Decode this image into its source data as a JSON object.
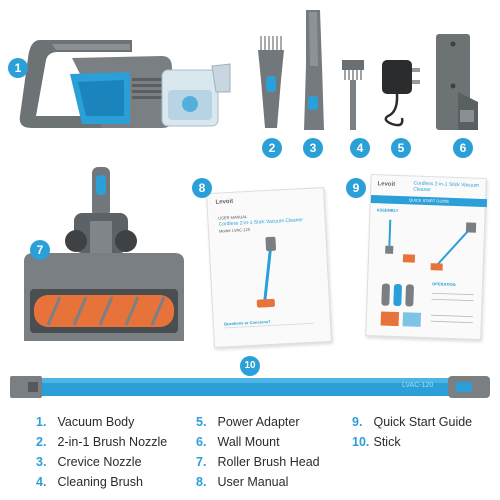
{
  "badges": [
    "1",
    "2",
    "3",
    "4",
    "5",
    "6",
    "7",
    "8",
    "9",
    "10"
  ],
  "legend": {
    "col1": [
      {
        "num": "1.",
        "label": "Vacuum Body"
      },
      {
        "num": "2.",
        "label": "2-in-1 Brush Nozzle"
      },
      {
        "num": "3.",
        "label": "Crevice Nozzle"
      },
      {
        "num": "4.",
        "label": "Cleaning Brush"
      }
    ],
    "col2": [
      {
        "num": "5.",
        "label": "Power Adapter"
      },
      {
        "num": "6.",
        "label": "Wall Mount"
      },
      {
        "num": "7.",
        "label": "Roller Brush Head"
      },
      {
        "num": "8.",
        "label": "User Manual"
      }
    ],
    "col3": [
      {
        "num": "9.",
        "label": "Quick Start Guide"
      },
      {
        "num": "10.",
        "label": "Stick"
      }
    ]
  },
  "manual": {
    "brand": "Levoit",
    "kicker": "USER MANUAL",
    "title": "Cordless 2-in-1 Stick Vacuum Cleaner",
    "model": "Model: LVAC-120",
    "questions": "Questions or Concerns?"
  },
  "guide": {
    "brand": "Levoit",
    "title": "Cordless 2-in-1 Stick Vacuum Cleaner",
    "band": "QUICK START GUIDE",
    "assembly": "ASSEMBLY",
    "operation": "OPERATION"
  },
  "stick": {
    "model": "LVAC-120"
  },
  "colors": {
    "accent": "#2a9fd8",
    "body_gray": "#6f7478",
    "roller_orange": "#e8733a"
  }
}
